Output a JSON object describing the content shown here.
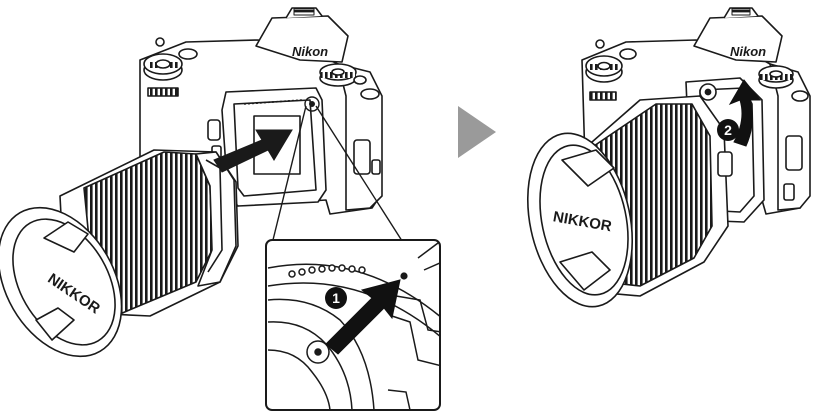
{
  "figure": {
    "camera_brand": "Nikon",
    "lens_brand": "NIKKOR",
    "step_1": "1",
    "step_2": "2",
    "colors": {
      "ink": "#1a1a1a",
      "arrow_fill": "#111111",
      "flow_arrow": "#9a9a9a",
      "background": "#ffffff"
    }
  }
}
